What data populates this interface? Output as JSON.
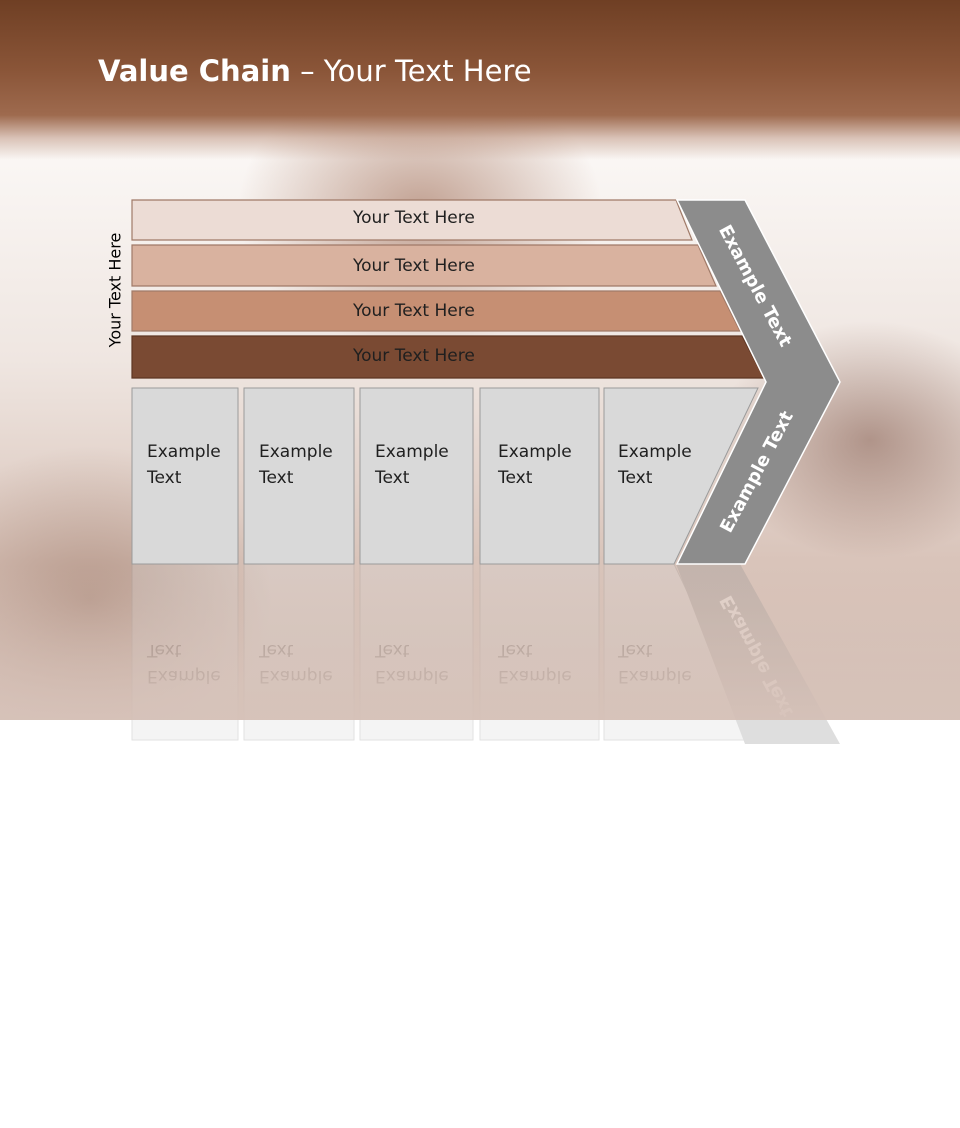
{
  "slide": {
    "title_bold": "Value Chain",
    "title_rest": " – Your Text Here",
    "side_label": "Your Text Here"
  },
  "bars": [
    {
      "label": "Your Text Here",
      "color": "#ecdcd5"
    },
    {
      "label": "Your Text Here",
      "color": "#d9b29f"
    },
    {
      "label": "Your Text Here",
      "color": "#c68f73"
    },
    {
      "label": "Your Text Here",
      "color": "#7a4a33"
    }
  ],
  "cells": [
    {
      "line1": "Example",
      "line2": "Text"
    },
    {
      "line1": "Example",
      "line2": "Text"
    },
    {
      "line1": "Example",
      "line2": "Text"
    },
    {
      "line1": "Example",
      "line2": "Text"
    },
    {
      "line1": "Example",
      "line2": "Text"
    }
  ],
  "chevron": {
    "upper_label": "Example Text",
    "lower_label": "Example Text",
    "color": "#8c8c8c"
  },
  "colors": {
    "cell_fill": "#d9d9d9",
    "title_band": "#8a5538"
  }
}
